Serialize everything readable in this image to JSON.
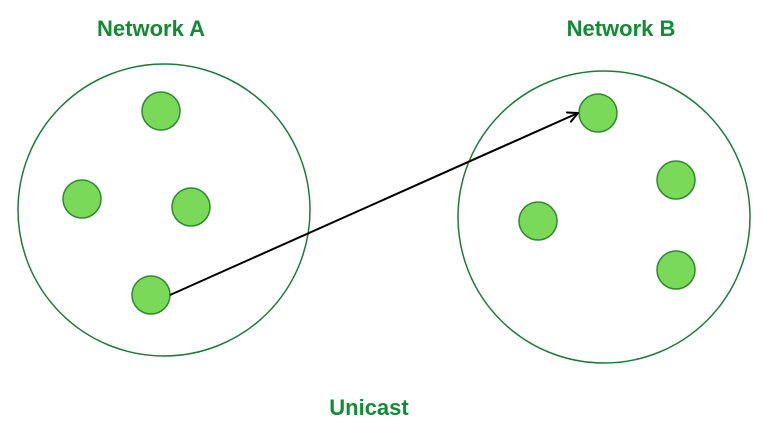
{
  "colors": {
    "title_green": "#138a36",
    "boundary_green": "#1f7a3a",
    "node_fill": "#7ad958",
    "node_stroke": "#2e8a2e",
    "arrow": "#000000",
    "background": "#ffffff"
  },
  "networks": [
    {
      "name": "Network A",
      "node_count": 4
    },
    {
      "name": "Network B",
      "node_count": 4
    }
  ],
  "transmission": {
    "mode": "Unicast",
    "from": "Network A",
    "to": "Network B"
  }
}
